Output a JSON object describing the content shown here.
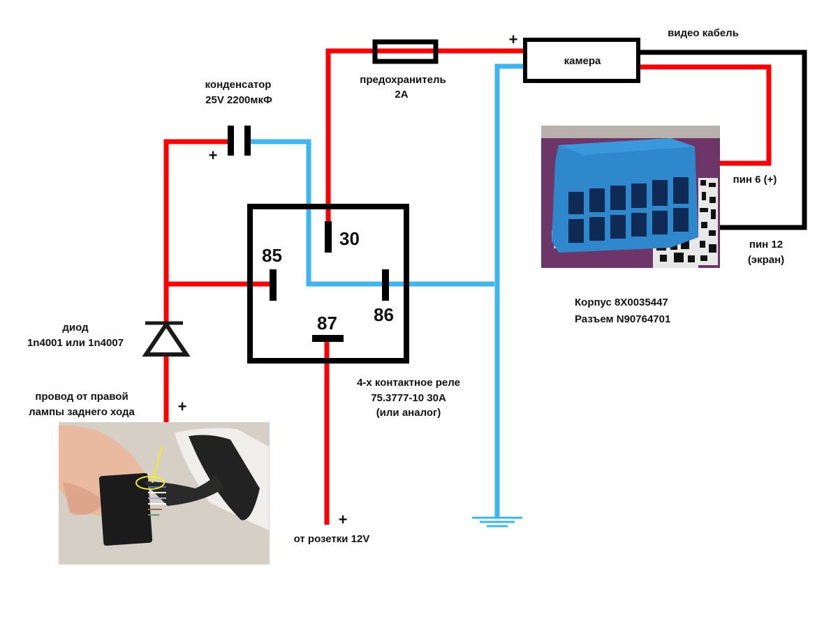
{
  "colors": {
    "positive_wire": "#ff0000",
    "ground_wire": "#3db5f0",
    "black_wire": "#000000",
    "connector_body": "#2e86c9",
    "photo_bg": "#7a3a78"
  },
  "labels": {
    "capacitor_line1": "конденсатор",
    "capacitor_line2": "25V 2200мкФ",
    "fuse_line1": "предохранитель",
    "fuse_line2": "2А",
    "camera": "камера",
    "video_cable": "видео кабель",
    "pin6": "пин 6 (+)",
    "pin12_line1": "пин 12",
    "pin12_line2": "(экран)",
    "housing": "Корпус 8X0035447",
    "connector": "Разъем N90764701",
    "diode_line1": "диод",
    "diode_line2": "1n4001 или 1n4007",
    "wire_source_line1": "провод от правой",
    "wire_source_line2": "лампы заднего хода",
    "relay_line1": "4-х контактное реле",
    "relay_line2": "75.3777-10 30А",
    "relay_line3": "(или аналог)",
    "socket_12v": "от розетки 12V",
    "plus": "+"
  },
  "relay_pins": {
    "p30": "30",
    "p85": "85",
    "p86": "86",
    "p87": "87"
  },
  "photos": {
    "connector_photo": "blue-12-pin-connector-photo",
    "lamp_wire_photo": "reverse-lamp-connector-photo"
  }
}
